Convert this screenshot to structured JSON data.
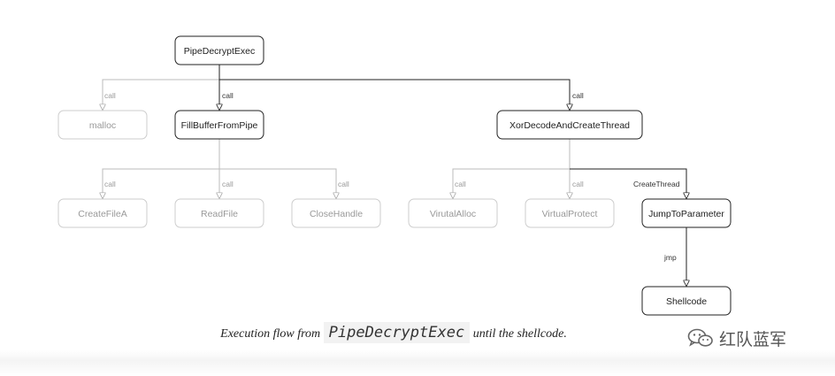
{
  "nodes": {
    "pipe_decrypt_exec": "PipeDecryptExec",
    "malloc": "malloc",
    "fill_buffer_from_pipe": "FillBufferFromPipe",
    "xor_decode_and_create_thread": "XorDecodeAndCreateThread",
    "create_file_a": "CreateFileA",
    "read_file": "ReadFile",
    "close_handle": "CloseHandle",
    "virutal_alloc": "VirutalAlloc",
    "virtual_protect": "VirtualProtect",
    "jump_to_parameter": "JumpToParameter",
    "shellcode": "Shellcode"
  },
  "edges": {
    "call": "call",
    "create_thread": "CreateThread",
    "jmp": "jmp"
  },
  "caption": {
    "prefix": "Execution flow from",
    "code": "PipeDecryptExec",
    "suffix": "until the shellcode."
  },
  "watermark": {
    "text": "红队蓝军",
    "icon": "wechat-icon"
  },
  "colors": {
    "active_stroke": "#222222",
    "dim_stroke": "#bbbbbb",
    "dim_text": "#999999"
  }
}
